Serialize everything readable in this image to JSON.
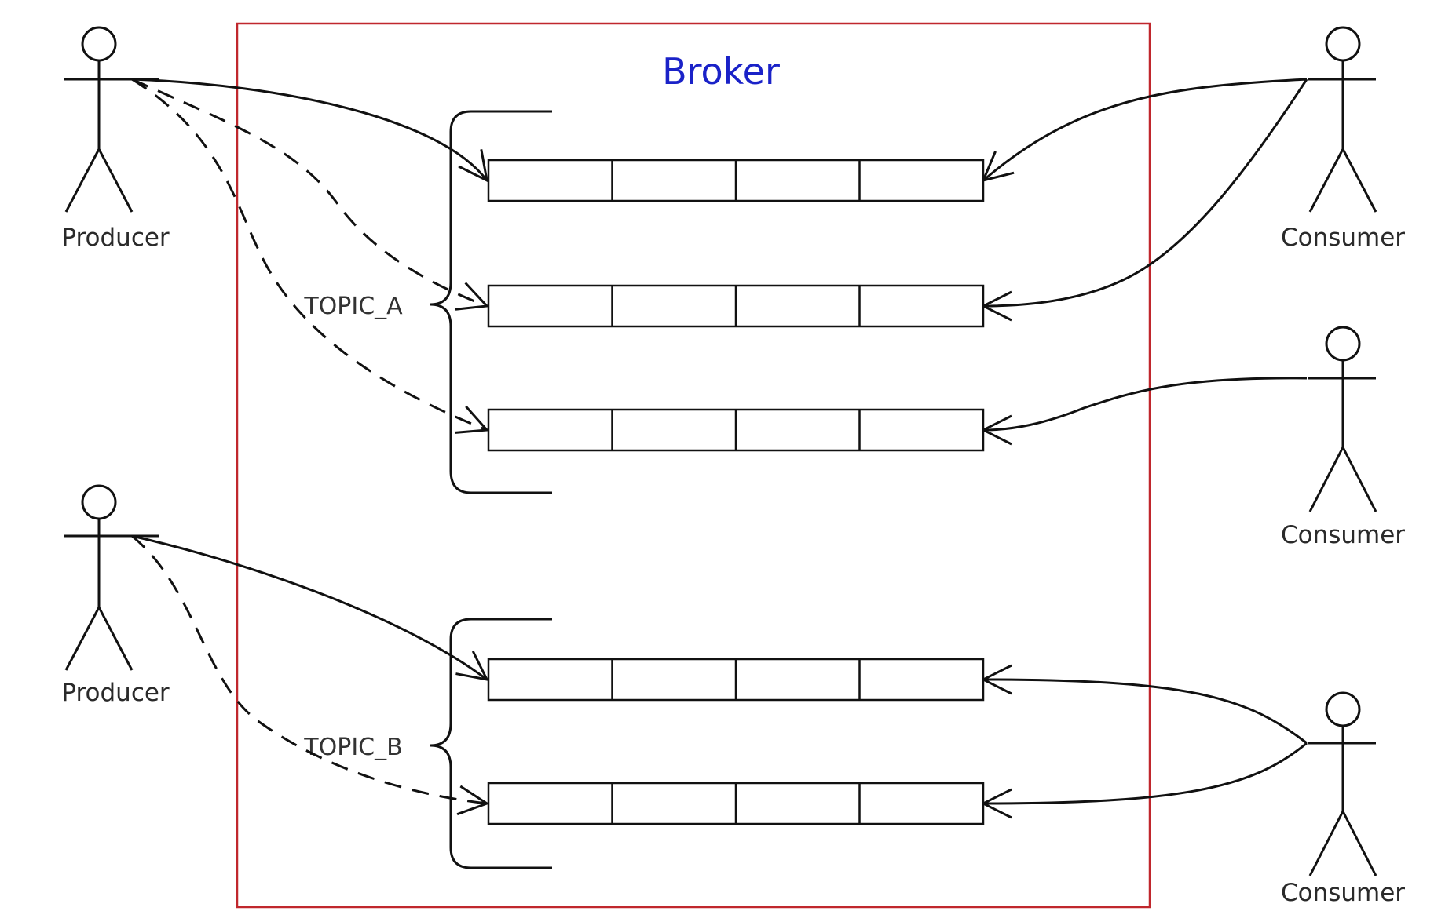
{
  "diagram": {
    "broker": {
      "title": "Broker",
      "border_color": "#c0272d",
      "title_color": "#1a22c8"
    },
    "topics": [
      {
        "id": "topic-a",
        "label": "TOPIC_A",
        "partitions": 3
      },
      {
        "id": "topic-b",
        "label": "TOPIC_B",
        "partitions": 2
      }
    ],
    "producers": [
      {
        "id": "producer-1",
        "label": "Producer"
      },
      {
        "id": "producer-2",
        "label": "Producer"
      }
    ],
    "consumers": [
      {
        "id": "consumer-1",
        "label": "Consumer"
      },
      {
        "id": "consumer-2",
        "label": "Consumer"
      },
      {
        "id": "consumer-3",
        "label": "Consumer"
      }
    ],
    "partition_cells": 4,
    "edges": [
      {
        "from": "producer-1",
        "to": "topic-a-partition-1",
        "style": "solid"
      },
      {
        "from": "producer-1",
        "to": "topic-a-partition-2",
        "style": "dashed"
      },
      {
        "from": "producer-1",
        "to": "topic-a-partition-3",
        "style": "dashed"
      },
      {
        "from": "producer-2",
        "to": "topic-b-partition-1",
        "style": "solid"
      },
      {
        "from": "producer-2",
        "to": "topic-b-partition-2",
        "style": "dashed"
      },
      {
        "from": "consumer-1",
        "to": "topic-a-partition-1",
        "style": "solid"
      },
      {
        "from": "consumer-1",
        "to": "topic-a-partition-2",
        "style": "solid"
      },
      {
        "from": "consumer-2",
        "to": "topic-a-partition-3",
        "style": "solid"
      },
      {
        "from": "consumer-3",
        "to": "topic-b-partition-1",
        "style": "solid"
      },
      {
        "from": "consumer-3",
        "to": "topic-b-partition-2",
        "style": "solid"
      }
    ]
  }
}
